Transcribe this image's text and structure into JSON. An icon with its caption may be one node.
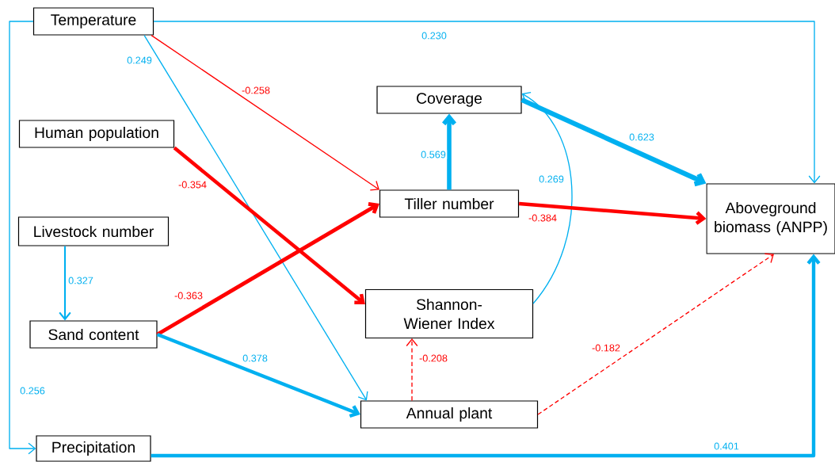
{
  "diagram": {
    "nodes": [
      {
        "text": [
          "Temperature"
        ]
      },
      {
        "text": [
          "Human population"
        ]
      },
      {
        "text": [
          "Livestock number"
        ]
      },
      {
        "text": [
          "Sand content"
        ]
      },
      {
        "text": [
          "Precipitation"
        ]
      },
      {
        "text": [
          "Coverage"
        ]
      },
      {
        "text": [
          "Tiller number"
        ]
      },
      {
        "text": [
          "Shannon-Wiener Index"
        ]
      },
      {
        "text": [
          "Annual plant"
        ]
      },
      {
        "text": [
          "Aboveground biomass (ANPP)"
        ]
      }
    ],
    "edges": [
      {
        "from": 0,
        "to": 9,
        "arrow": "to",
        "label": "0.230"
      },
      {
        "from": 0,
        "to": 6,
        "arrow": "to",
        "label": "-0.258",
        "color": "#ff0000"
      },
      {
        "from": 0,
        "to": 8,
        "arrow": "to",
        "label": "0.249"
      },
      {
        "from": 0,
        "to": 4,
        "arrow": "to",
        "label": "0.256"
      },
      {
        "from": 1,
        "to": 7,
        "arrow": "to",
        "label": "-0.354",
        "style": "thick",
        "color": "#ff0000"
      },
      {
        "from": 2,
        "to": 3,
        "arrow": "to",
        "label": "0.327"
      },
      {
        "from": 3,
        "to": 6,
        "arrow": "to",
        "label": "-0.363",
        "style": "thick",
        "color": "#ff0000"
      },
      {
        "from": 3,
        "to": 8,
        "arrow": "to",
        "label": "0.378",
        "style": "thick"
      },
      {
        "from": 6,
        "to": 5,
        "arrow": "to",
        "label": "0.569",
        "style": "thick"
      },
      {
        "from": 7,
        "to": 5,
        "arrow": "to",
        "label": "0.269"
      },
      {
        "from": 5,
        "to": 9,
        "arrow": "to",
        "label": "0.623",
        "style": "thick"
      },
      {
        "from": 6,
        "to": 9,
        "arrow": "to",
        "label": "-0.384",
        "style": "thick",
        "color": "#ff0000"
      },
      {
        "from": 8,
        "to": 7,
        "arrow": "to",
        "label": "-0.208",
        "style": "dashed",
        "color": "#ff0000"
      },
      {
        "from": 8,
        "to": 9,
        "arrow": "to",
        "label": "-0.182",
        "style": "dashed",
        "color": "#ff0000"
      },
      {
        "from": 4,
        "to": 9,
        "arrow": "to",
        "label": "0.401",
        "style": "thick"
      }
    ]
  }
}
